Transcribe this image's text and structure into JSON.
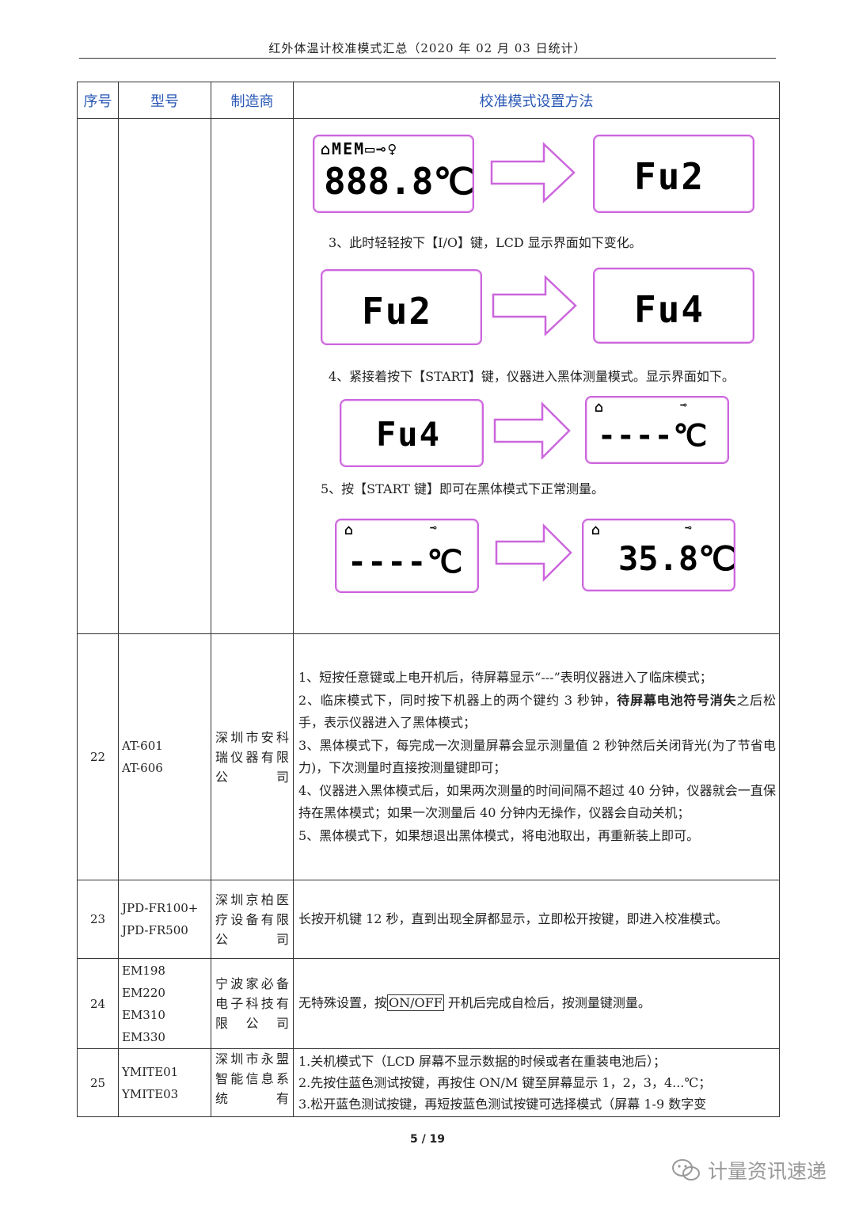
{
  "header": "红外体温计校准模式汇总（2020 年 02 月 03 日统计）",
  "columns": [
    "序号",
    "型号",
    "制造商",
    "校准模式设置方法"
  ],
  "lcd_panels": {
    "p1": "888.8℃",
    "p1_icons": "⌂MEM▭⊸♀",
    "p2": "Fu2",
    "p3": "Fu2",
    "p4": "Fu4",
    "p5": "Fu4",
    "p6": "----℃",
    "p7": "----℃",
    "p8": "35.8℃"
  },
  "steps": {
    "s3": "3、此时轻轻按下【I/O】键，LCD 显示界面如下变化。",
    "s4": "4、紧接着按下【START】键，仪器进入黑体测量模式。显示界面如下。",
    "s5": "5、按【START 键】即可在黑体模式下正常测量。"
  },
  "rows": [
    {
      "no": "22",
      "models": [
        "AT-601",
        "AT-606"
      ],
      "maker": "深圳市安科瑞仪器有限公司",
      "method": {
        "l1": "1、短按任意键或上电开机后，待屏幕显示“---”表明仪器进入了临床模式；",
        "l2a": "2、临床模式下，同时按下机器上的两个键约 3 秒钟，",
        "l2b": "待屏幕电池符号消失",
        "l2c": "之后松手，表示仪器进入了黑体模式；",
        "l3": "3、黑体模式下，每完成一次测量屏幕会显示测量值 2 秒钟然后关闭背光(为了节省电力)，下次测量时直接按测量键即可；",
        "l4": "4、仪器进入黑体模式后，如果两次测量的时间间隔不超过 40 分钟，仪器就会一直保持在黑体模式；如果一次测量后 40 分钟内无操作，仪器会自动关机；",
        "l5": "5、黑体模式下，如果想退出黑体模式，将电池取出，再重新装上即可。"
      }
    },
    {
      "no": "23",
      "models": [
        "JPD-FR100+",
        "JPD-FR500"
      ],
      "maker": "深圳京柏医疗设备有限公司",
      "method": {
        "l1": "长按开机键 12 秒，直到出现全屏都显示，立即松开按键，即进入校准模式。"
      }
    },
    {
      "no": "24",
      "models": [
        "EM198",
        "EM220",
        "EM310",
        "EM330"
      ],
      "maker": "宁波家必备电子科技有限公司",
      "method": {
        "pre": "无特殊设置，按",
        "key": "ON/OFF",
        "post": " 开机后完成自检后，按测量键测量。"
      }
    },
    {
      "no": "25",
      "models": [
        "YMITE01",
        "YMITE03"
      ],
      "maker": "深圳市永盟智能信息系统有",
      "method": {
        "l1": "1.关机模式下（LCD 屏幕不显示数据的时候或者在重装电池后）；",
        "l2": "2.先按住蓝色测试按键，再按住 ON/M 键至屏幕显示 1，2，3，4...℃；",
        "l3": "3.松开蓝色测试按键，再短按蓝色测试按键可选择模式（屏幕 1-9 数字变"
      }
    }
  ],
  "footer": "5 / 19",
  "watermark": "计量资讯速递"
}
